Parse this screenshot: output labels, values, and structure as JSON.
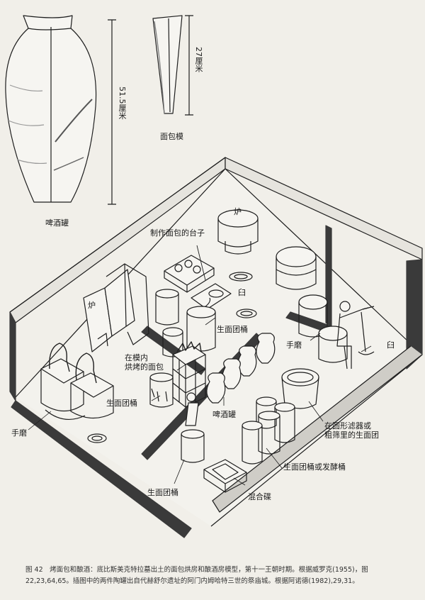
{
  "figure": {
    "labels": {
      "jar": "啤酒罐",
      "jar_height": "51.5厘米",
      "mold": "面包模",
      "mold_height": "27厘米",
      "bread_table": "制作面包的台子",
      "oven_top": "炉",
      "oven_left": "炉",
      "mortar_center": "臼",
      "mortar_right": "臼",
      "baked_bread": "在模内\n烘烤的面包",
      "dough_vat_center": "生面团桶",
      "dough_vat_left": "生面团桶",
      "dough_vat_bottom": "生面团桶",
      "beer_jars": "啤酒罐",
      "quern_right": "手磨",
      "quern_left": "手磨",
      "sieve": "在圆形滤器或\n粗筛里的生面团",
      "dough_or_ferment": "生面团桶或发酵桶",
      "mixing_dish": "混合碟"
    }
  },
  "caption": {
    "text": "图 42　烤面包和酿酒：底比斯美克特拉墓出土的面包烘房和酿酒房模型，第十一王朝时期。根据威罗克(1955)，图22,23,64,65。插图中的两件陶罐出自代赫舒尔遗址的阿门内姆哈特三世的祭庙城。根据阿诺德(1982),29,31。"
  },
  "colors": {
    "ink": "#1e1e1e",
    "paper": "#f1efe9",
    "wall": "#3a3a3a"
  }
}
